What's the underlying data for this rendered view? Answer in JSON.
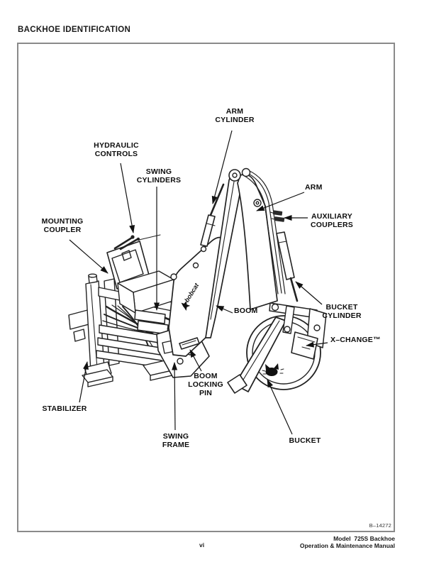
{
  "page": {
    "heading": "BACKHOE IDENTIFICATION",
    "figure_code": "B–14272",
    "footer": {
      "page_number": "vi",
      "doc_title_line1": "Model  725S Backhoe",
      "doc_title_line2": "Operation & Maintenance Manual"
    }
  },
  "diagram": {
    "brand_decal": "bobcat",
    "labels": [
      {
        "id": "arm-cylinder",
        "text": "ARM\nCYLINDER"
      },
      {
        "id": "hydraulic-controls",
        "text": "HYDRAULIC\nCONTROLS"
      },
      {
        "id": "swing-cylinders",
        "text": "SWING\nCYLINDERS"
      },
      {
        "id": "mounting-coupler",
        "text": "MOUNTING\nCOUPLER"
      },
      {
        "id": "arm",
        "text": "ARM"
      },
      {
        "id": "auxiliary-couplers",
        "text": "AUXILIARY\nCOUPLERS"
      },
      {
        "id": "bucket-cylinder",
        "text": "BUCKET\nCYLINDER"
      },
      {
        "id": "x-change",
        "text": "X–CHANGE™"
      },
      {
        "id": "boom",
        "text": "BOOM"
      },
      {
        "id": "boom-locking-pin",
        "text": "BOOM\nLOCKING\nPIN"
      },
      {
        "id": "stabilizer",
        "text": "STABILIZER"
      },
      {
        "id": "swing-frame",
        "text": "SWING\nFRAME"
      },
      {
        "id": "bucket",
        "text": "BUCKET"
      }
    ]
  }
}
